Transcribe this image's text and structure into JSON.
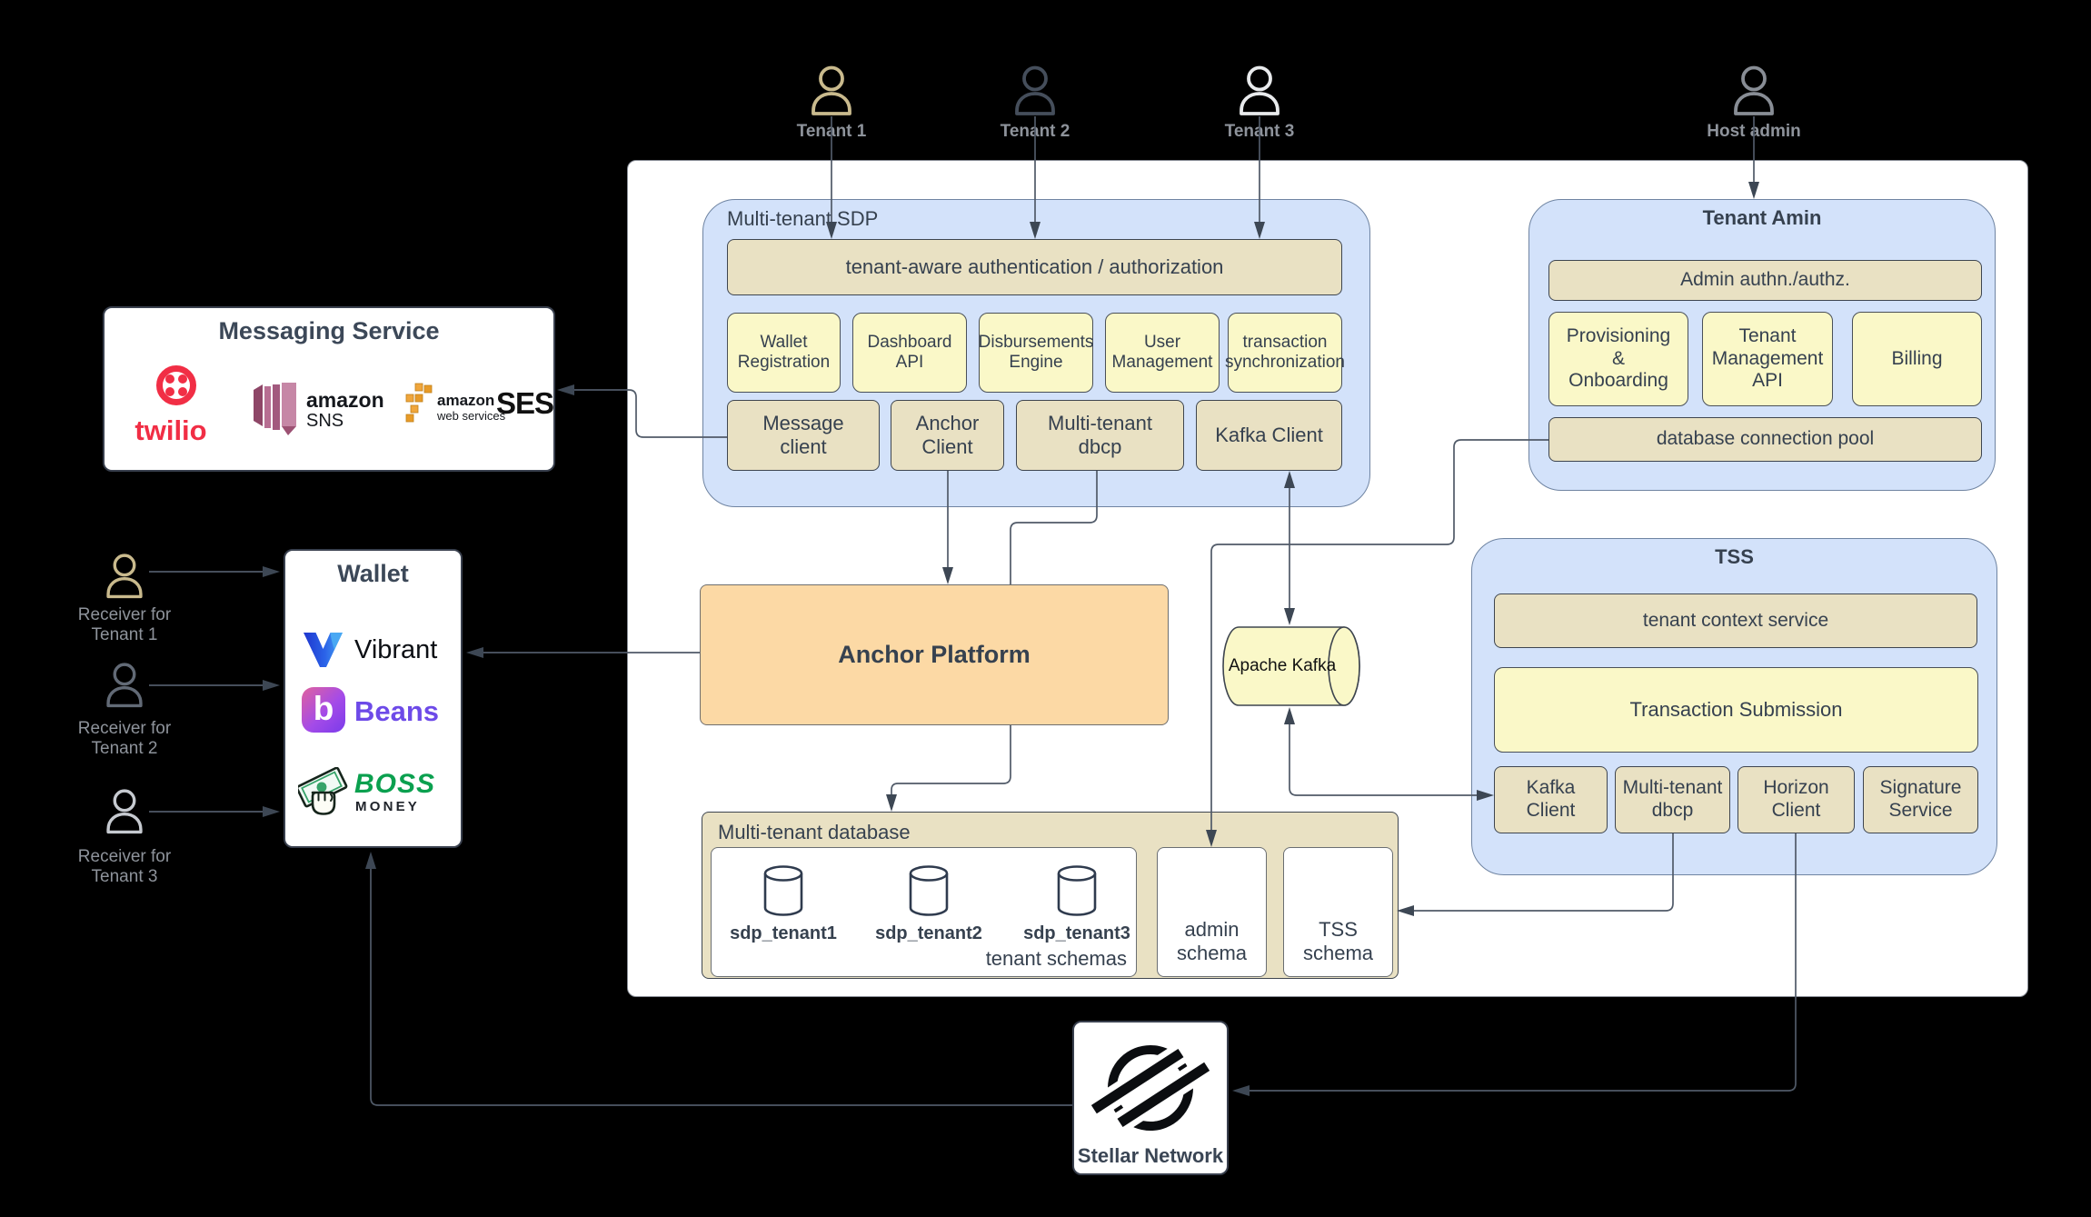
{
  "colors": {
    "background": "#000000",
    "container_fill": "#FFFFFF",
    "group_fill": "#D3E2FA",
    "bar_fill": "#E9E1C3",
    "module_fill": "#FAF8C8",
    "platform_fill": "#FCD9A5",
    "line": "#505A68",
    "text": "#36414F",
    "actor_label": "#8E939B",
    "tenant1_icon": "#C9BA8D",
    "tenant2_icon": "#454E5B",
    "tenant3_icon": "#E8EAEC",
    "host_admin_icon": "#888D95",
    "receiver1_icon": "#C9BA8D",
    "receiver2_icon": "#626A76",
    "receiver3_icon": "#C6CAD0",
    "twilio_red": "#F12E45",
    "sns_plum": "#B76E92",
    "ses_gold": "#F0A63C",
    "vibrant_blue": "#2847D8",
    "beans_purple": "#6D4AE8",
    "boss_green": "#0BA04F"
  },
  "actors": {
    "tenant1": {
      "label": "Tenant 1"
    },
    "tenant2": {
      "label": "Tenant 2"
    },
    "tenant3": {
      "label": "Tenant 3"
    },
    "host_admin": {
      "label": "Host admin"
    },
    "receiver1": {
      "label": "Receiver for\nTenant 1"
    },
    "receiver2": {
      "label": "Receiver for\nTenant 2"
    },
    "receiver3": {
      "label": "Receiver for\nTenant 3"
    }
  },
  "messaging_service": {
    "title": "Messaging Service",
    "twilio": {
      "name": "twilio"
    },
    "sns": {
      "brand": "amazon",
      "product": "SNS"
    },
    "ses": {
      "brand": "amazon",
      "sub": "web services",
      "product": "SES"
    }
  },
  "wallet": {
    "title": "Wallet",
    "vibrant": {
      "name": "Vibrant"
    },
    "beans": {
      "name": "Beans",
      "icon_letter": "b"
    },
    "boss": {
      "line1": "BOSS",
      "line2": "MONEY"
    }
  },
  "sdp": {
    "title": "Multi-tenant SDP",
    "auth_bar": "tenant-aware authentication / authorization",
    "modules": [
      "Wallet\nRegistration",
      "Dashboard\nAPI",
      "Disbursements\nEngine",
      "User\nManagement",
      "transaction\nsynchronization"
    ],
    "clients": [
      "Message\nclient",
      "Anchor\nClient",
      "Multi-tenant\ndbcp",
      "Kafka Client"
    ]
  },
  "tenant_admin": {
    "title": "Tenant Amin",
    "auth_bar": "Admin authn./authz.",
    "modules": [
      "Provisioning\n&\nOnboarding",
      "Tenant\nManagement\nAPI",
      "Billing"
    ],
    "pool_bar": "database connection pool"
  },
  "tss": {
    "title": "TSS",
    "context_bar": "tenant context service",
    "submission_bar": "Transaction Submission",
    "clients": [
      "Kafka\nClient",
      "Multi-tenant\ndbcp",
      "Horizon\nClient",
      "Signature\nService"
    ]
  },
  "anchor_platform": {
    "title": "Anchor Platform"
  },
  "kafka": {
    "label": "Apache Kafka"
  },
  "database": {
    "title": "Multi-tenant database",
    "tenant_schemas": [
      "sdp_tenant1",
      "sdp_tenant2",
      "sdp_tenant3"
    ],
    "tenant_schemas_label": "tenant schemas",
    "admin_schema": "admin\nschema",
    "tss_schema": "TSS\nschema"
  },
  "stellar": {
    "label": "Stellar Network"
  }
}
